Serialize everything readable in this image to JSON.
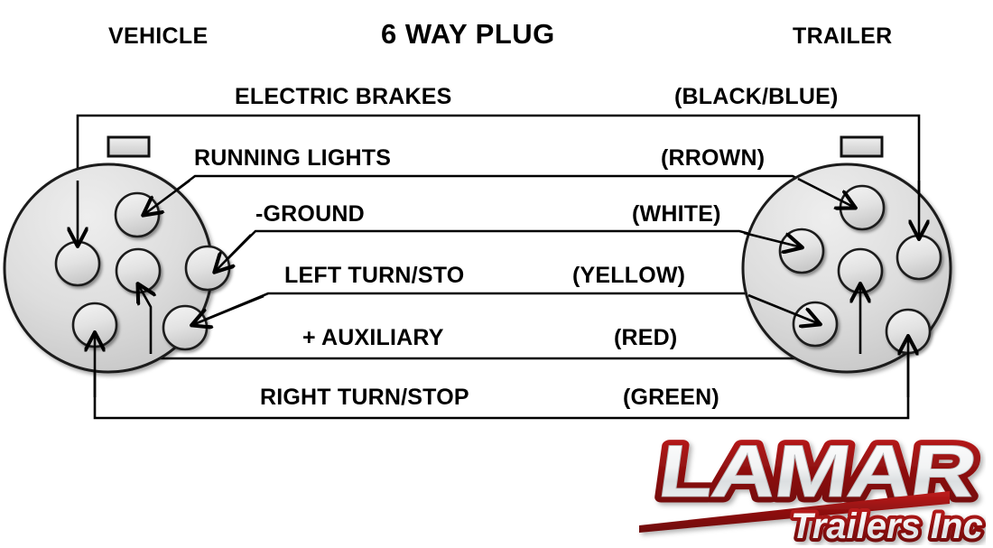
{
  "header": {
    "left_title": "VEHICLE",
    "center_title": "6 WAY PLUG",
    "right_title": "TRAILER"
  },
  "connectors": {
    "vehicle": {
      "name": "vehicle-connector",
      "pin_count": 6,
      "has_keyway_tab": true
    },
    "trailer": {
      "name": "trailer-connector",
      "pin_count": 6,
      "has_keyway_tab": true
    }
  },
  "circuits": [
    {
      "function": "ELECTRIC BRAKES",
      "color": "(BLACK/BLUE)"
    },
    {
      "function": "RUNNING LIGHTS",
      "color": "(RROWN)"
    },
    {
      "function": "-GROUND",
      "color": "(WHITE)"
    },
    {
      "function": "LEFT TURN/STO",
      "color": "(YELLOW)"
    },
    {
      "function": "+ AUXILIARY",
      "color": "(RED)"
    },
    {
      "function": "RIGHT TURN/STOP",
      "color": "(GREEN)"
    }
  ],
  "logo": {
    "primary_text": "LAMAR",
    "secondary_text": "Trailers Inc",
    "outline_color": "#9e1313",
    "fill_color": "#eceeef"
  },
  "palette": {
    "wire_line": "#000000",
    "connector_body": "#d2d2d2",
    "pin_fill": "#dcdcdc",
    "background": "#ffffff"
  }
}
